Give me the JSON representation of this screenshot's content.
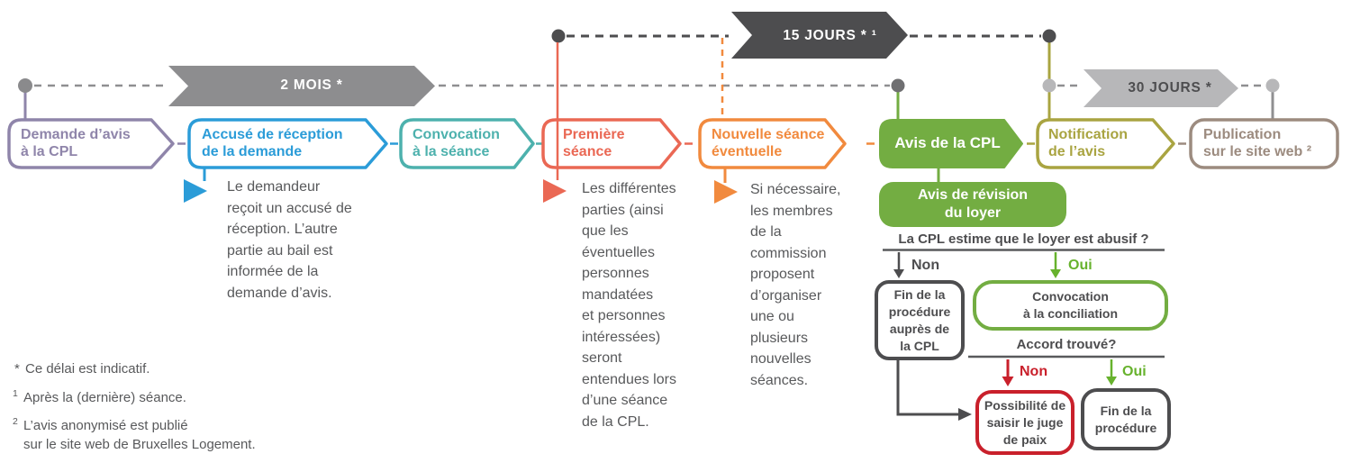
{
  "banners": {
    "two_months": "2 MOIS *",
    "fifteen_days": "15 JOURS * ¹",
    "thirty_days": "30 JOURS *"
  },
  "steps": [
    {
      "label": "Demande d’avis\nà la CPL"
    },
    {
      "label": "Accusé de réception\nde la demande",
      "note": "Le demandeur\nreçoit un accusé de\nréception. L’autre\npartie au bail est\ninformée de la\ndemande d’avis."
    },
    {
      "label": "Convocation\nà la séance"
    },
    {
      "label": "Première\nséance",
      "note": "Les différentes\nparties (ainsi\nque les\néventuelles\npersonnes\nmandatées\net personnes\nintéressées)\nseront\nentendues lors\nd’une séance\nde la CPL."
    },
    {
      "label": "Nouvelle séance\néventuelle",
      "note": "Si nécessaire,\nles membres\nde la\ncommission\nproposent\nd’organiser\nune ou\nplusieurs\nnouvelles\nséances."
    },
    {
      "label": "Avis de la CPL"
    },
    {
      "label": "Notification\nde l’avis"
    },
    {
      "label": "Publication\nsur le site web ²"
    }
  ],
  "decision": {
    "revision_label": "Avis de révision\ndu loyer",
    "q1": "La CPL estime que le loyer est abusif ?",
    "q1_no": "Non",
    "q1_yes": "Oui",
    "fin_cpl": "Fin de la\nprocédure\nauprès de\nla CPL",
    "conciliation": "Convocation\nà la conciliation",
    "q2": "Accord trouvé?",
    "q2_no": "Non",
    "q2_yes": "Oui",
    "juge": "Possibilité de\nsaisir le juge\nde paix",
    "fin": "Fin de la\nprocédure"
  },
  "footnotes": [
    {
      "mark": "*",
      "text": "Ce délai est indicatif."
    },
    {
      "mark": "1",
      "text": "Après la (dernière) séance."
    },
    {
      "mark": "2",
      "text": "L’avis anonymisé est publié\nsur le site web de Bruxelles Logement."
    }
  ],
  "colors": {
    "purple": "#8f85aa",
    "blue": "#2b9cd8",
    "teal": "#4db1ad",
    "salmon": "#ea6854",
    "orange": "#f18a3e",
    "green": "#73ad42",
    "bright_green": "#67b22d",
    "olive": "#a9a441",
    "taupe": "#9c8b7f",
    "dark": "#4d4d4f",
    "mid_gray": "#8d8d8f",
    "light_gray": "#b7b7b9",
    "text_gray": "#58595b",
    "red": "#c9202b"
  }
}
